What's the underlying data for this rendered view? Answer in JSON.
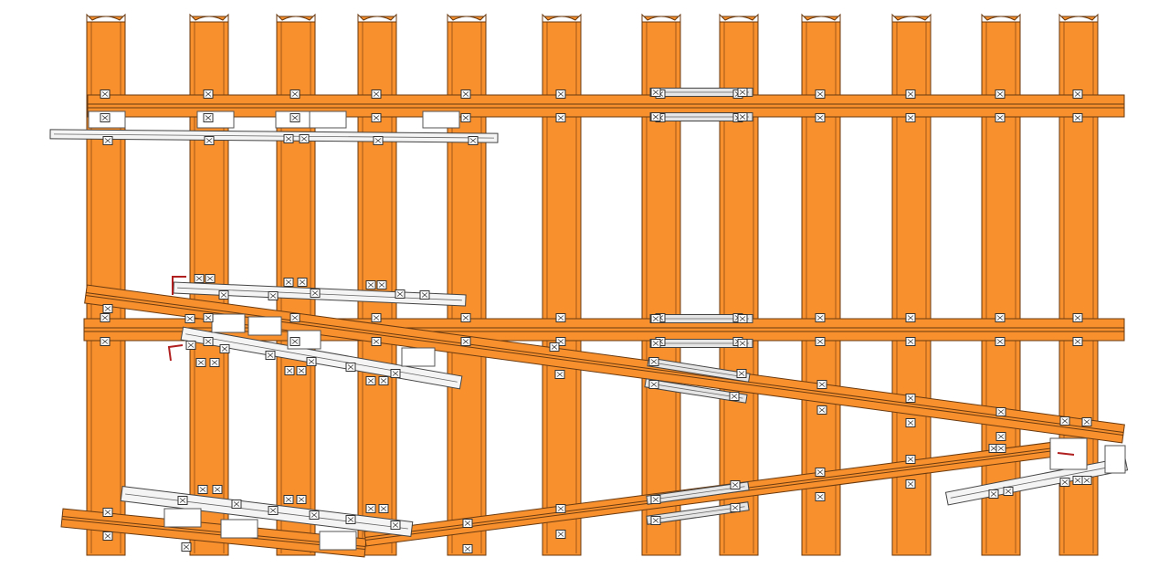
{
  "diagram": {
    "kind": "railway track turnout layout (CAD, top view)",
    "colors": {
      "sleeper": "#f7902d",
      "outline": "#6a3a10",
      "component": "#ffffff",
      "fastener": "#333333",
      "rod_tip": "#b02020"
    },
    "sleeper_count": 12,
    "straight_tracks": [
      "upper-track",
      "middle-track"
    ],
    "diverging_tracks": [
      "diverging-rail-upper",
      "diverging-rail-lower"
    ],
    "components": [
      "switch-assembly-top",
      "switch-assembly-middle",
      "switch-assembly-bottom",
      "rail-joints"
    ]
  }
}
